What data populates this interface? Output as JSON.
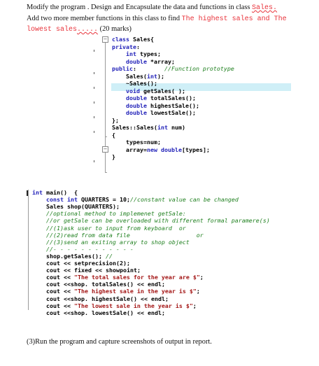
{
  "instructions": {
    "line1_prefix": "Modify the program . Design and Encapsulate the data and functions in class ",
    "line1_class": "Sales.",
    "line2_prefix": "Add two more member functions in this class to find ",
    "line2_red1": "The highest sales and The",
    "line3_red2": "lowest sales",
    "line3_squig": ".....",
    "line3_suffix": " (20 marks)"
  },
  "class_code": [
    "class Sales{",
    "private:",
    "    int types;",
    "    double *array;",
    "public:        //Function prototype",
    "    Sales(int);",
    "    ~Sales();",
    "    void getSales( );",
    "    double totalSales();",
    "    double highestSale();",
    "    double lowestSale();",
    "};",
    "Sales::Sales(int num)",
    "{",
    "    types=num;",
    "    array=new double[types];",
    "}"
  ],
  "main_code": [
    "int main()  {",
    "    const int QUARTERS = 10;//constant value can be changed",
    "    Sales shop(QUARTERS);",
    "    //optional method to implemenet getSale:",
    "    //or getSale can be overloaded with different formal paramere(s)",
    "    //(1)ask user to input from keyboard  or",
    "    //(2)read from data file                   or",
    "    //(3)send an exiting array to shop object",
    "    //- - - - - - - - - - - -",
    "    shop.getSales(); //",
    "    cout << setprecision(2);",
    "    cout << fixed << showpoint;",
    "    cout << \"The total sales for the year are $\";",
    "    cout <<shop. totalSales() << endl;",
    "    cout << \"The highest sale in the year is $\";",
    "    cout <<shop. highestSale() << endl;",
    "    cout << \"The lowest sale in the year is $\";",
    "    cout <<shop. lowestSale() << endl;"
  ],
  "footer": "(3)Run the program and capture screenshots of output in report."
}
